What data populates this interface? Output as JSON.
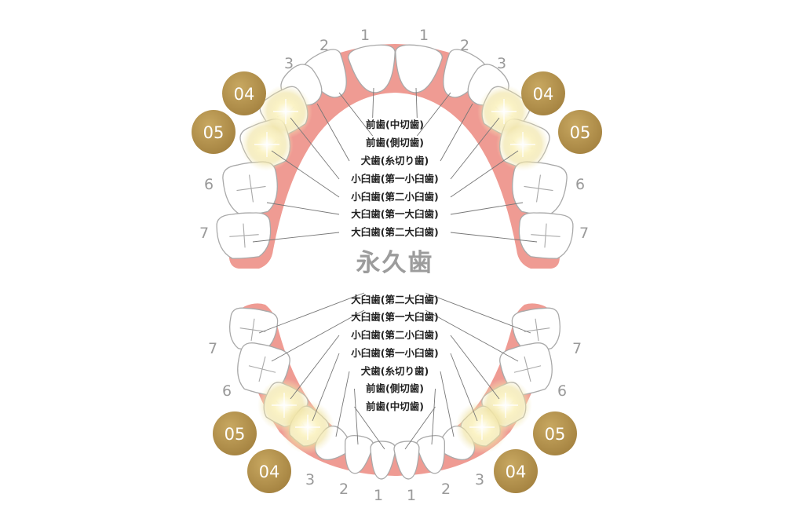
{
  "title": "永久歯",
  "colors": {
    "gum": "#ef9b93",
    "tooth_fill": "#ffffff",
    "tooth_stroke": "#a9a9a9",
    "badge": "#b1904a",
    "line": "#777777",
    "number": "#9a9a9a"
  },
  "upper_labels": [
    "前歯(中切歯)",
    "前歯(側切歯)",
    "犬歯(糸切り歯)",
    "小臼歯(第一小臼歯)",
    "小臼歯(第二小臼歯)",
    "大臼歯(第一大臼歯)",
    "大臼歯(第二大臼歯)"
  ],
  "lower_labels": [
    "大臼歯(第二大臼歯)",
    "大臼歯(第一大臼歯)",
    "小臼歯(第二小臼歯)",
    "小臼歯(第一小臼歯)",
    "犬歯(糸切り歯)",
    "前歯(側切歯)",
    "前歯(中切歯)"
  ],
  "tooth_numbers": [
    "1",
    "2",
    "3",
    "6",
    "7"
  ],
  "badges": [
    "04",
    "05"
  ],
  "highlighted_teeth": [
    "04",
    "05"
  ]
}
